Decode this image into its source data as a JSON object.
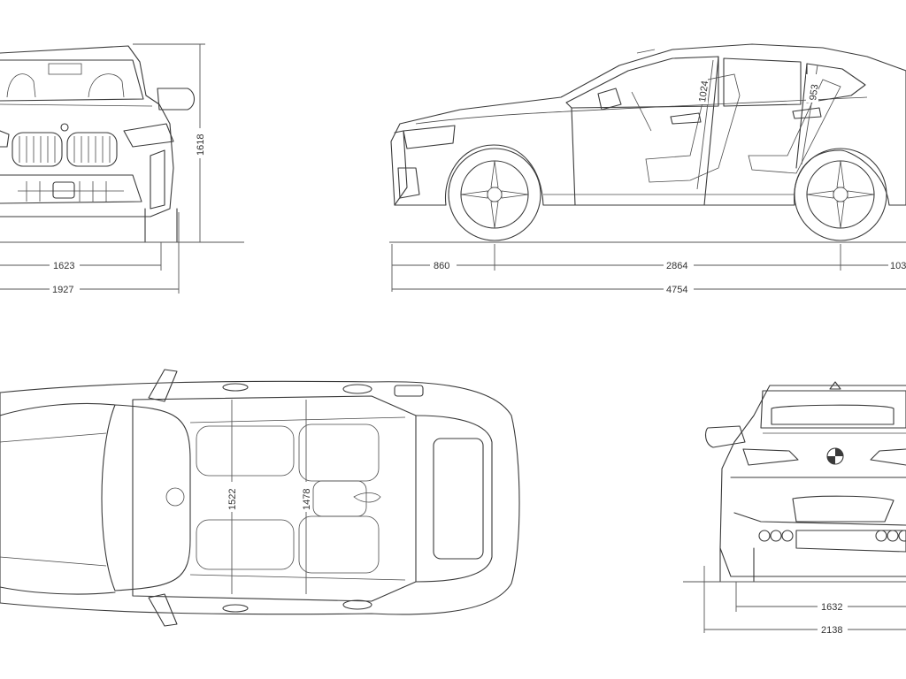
{
  "diagram": {
    "front_view": {
      "height": "1618",
      "track_width": "1623",
      "overall_width": "1927"
    },
    "side_view": {
      "front_overhang": "860",
      "wheelbase": "2864",
      "rear_overhang": "103",
      "overall_length": "4754",
      "front_headroom": "1024",
      "rear_headroom": "953"
    },
    "top_view": {
      "front_interior_width": "1522",
      "rear_interior_width": "1478"
    },
    "rear_view": {
      "track_width": "1632",
      "overall_width": "2138"
    }
  }
}
